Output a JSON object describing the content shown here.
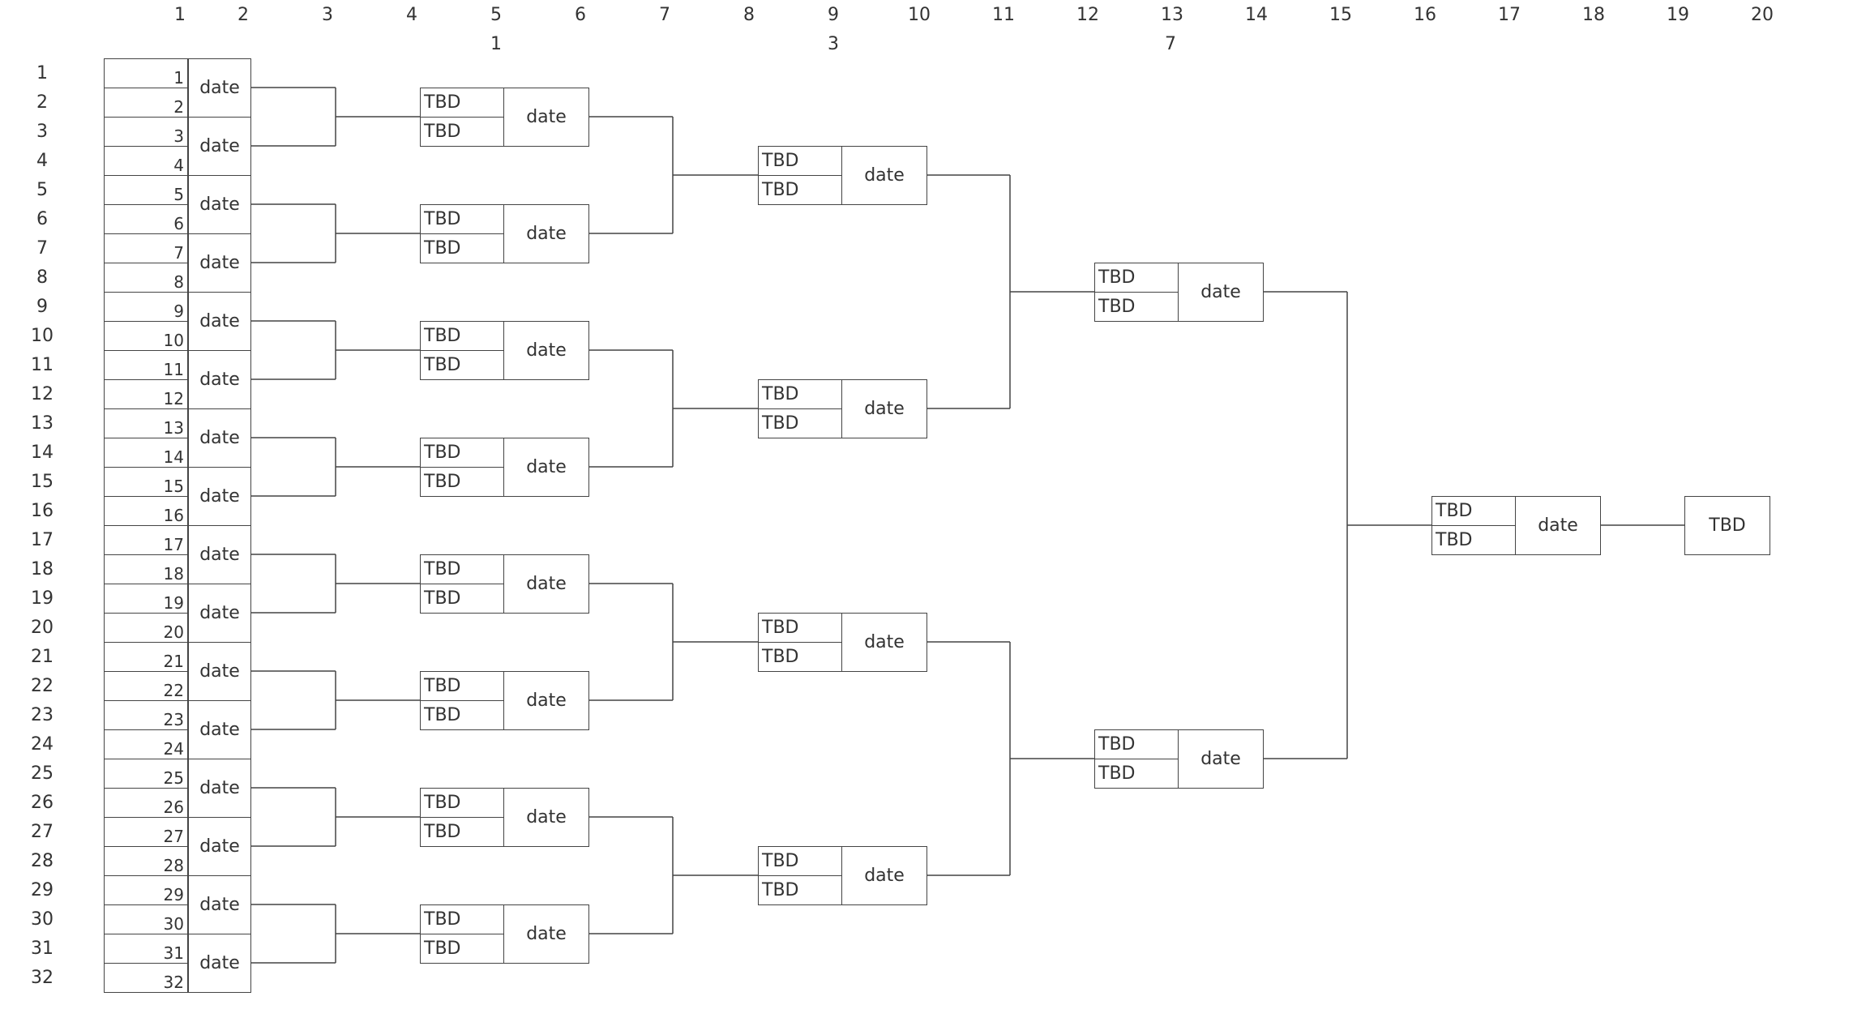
{
  "column_numbers": [
    "1",
    "2",
    "3",
    "4",
    "5",
    "6",
    "7",
    "8",
    "9",
    "10",
    "11",
    "12",
    "13",
    "14",
    "15",
    "16",
    "17",
    "18",
    "19",
    "20"
  ],
  "row_numbers": [
    "1",
    "2",
    "3",
    "4",
    "5",
    "6",
    "7",
    "8",
    "9",
    "10",
    "11",
    "12",
    "13",
    "14",
    "15",
    "16",
    "17",
    "18",
    "19",
    "20",
    "21",
    "22",
    "23",
    "24",
    "25",
    "26",
    "27",
    "28",
    "29",
    "30",
    "31",
    "32"
  ],
  "round_headers": [
    {
      "col": 5,
      "text": "1"
    },
    {
      "col": 9,
      "text": "3"
    },
    {
      "col": 13,
      "text": "7"
    }
  ],
  "seeds": [
    "1",
    "2",
    "3",
    "4",
    "5",
    "6",
    "7",
    "8",
    "9",
    "10",
    "11",
    "12",
    "13",
    "14",
    "15",
    "16",
    "17",
    "18",
    "19",
    "20",
    "21",
    "22",
    "23",
    "24",
    "25",
    "26",
    "27",
    "28",
    "29",
    "30",
    "31",
    "32"
  ],
  "date_label": "date",
  "tbd_label": "TBD",
  "champion_label": "TBD",
  "colors": {
    "line": "#444444",
    "text": "#333333",
    "background": "#ffffff"
  }
}
